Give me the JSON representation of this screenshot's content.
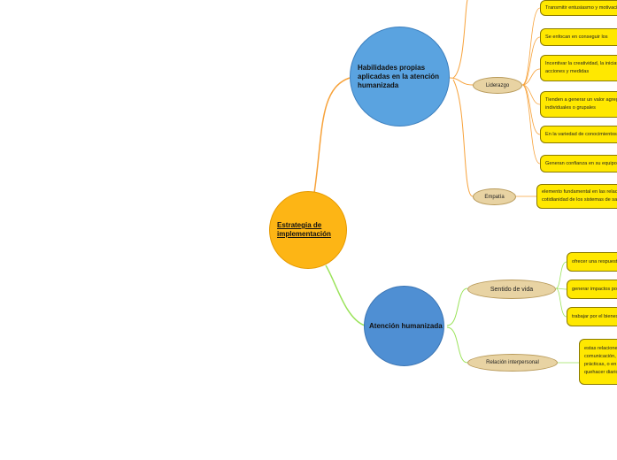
{
  "root": {
    "title": "Estrategia de implementación"
  },
  "branch1": {
    "title": "Habilidades propias aplicadas en la atención humanizada",
    "liderazgo": {
      "label": "Liderazgo",
      "items": [
        "Transmitir entusiasmo y motivación",
        "Se enfocan en conseguir los",
        "Incentivar la creatividad, la iniciativa,",
        "acciones y medidas",
        "Tienden a generar un valor agregado",
        "individuales o grupales",
        "En la variedad de conocimientos",
        "Generan confianza en su equipo"
      ]
    },
    "empatia": {
      "label": "Empatía",
      "items": [
        "elemento fundamental en las relaciones",
        "cotidianidad de los sistemas de salud"
      ]
    }
  },
  "branch2": {
    "title": "Atención humanizada",
    "sentido": {
      "label": "Sentido de vida",
      "items": [
        "ofrecer una respuesta",
        "generar impactos positivos",
        "trabajar por el bienestar"
      ]
    },
    "relacion": {
      "label": "Relación interpersonal",
      "items": [
        "estas relaciones",
        "comunicación,",
        "prácticas, o en el",
        "quehacer diario"
      ]
    }
  },
  "colors": {
    "root": "#fdb515",
    "branch1": "#5aa3e0",
    "branch2": "#4f8fd3",
    "orange_link": "#f7a23a",
    "green_link": "#9be35b",
    "note_fill": "#ffe800",
    "ellipse_fill": "#e8d3a3"
  }
}
